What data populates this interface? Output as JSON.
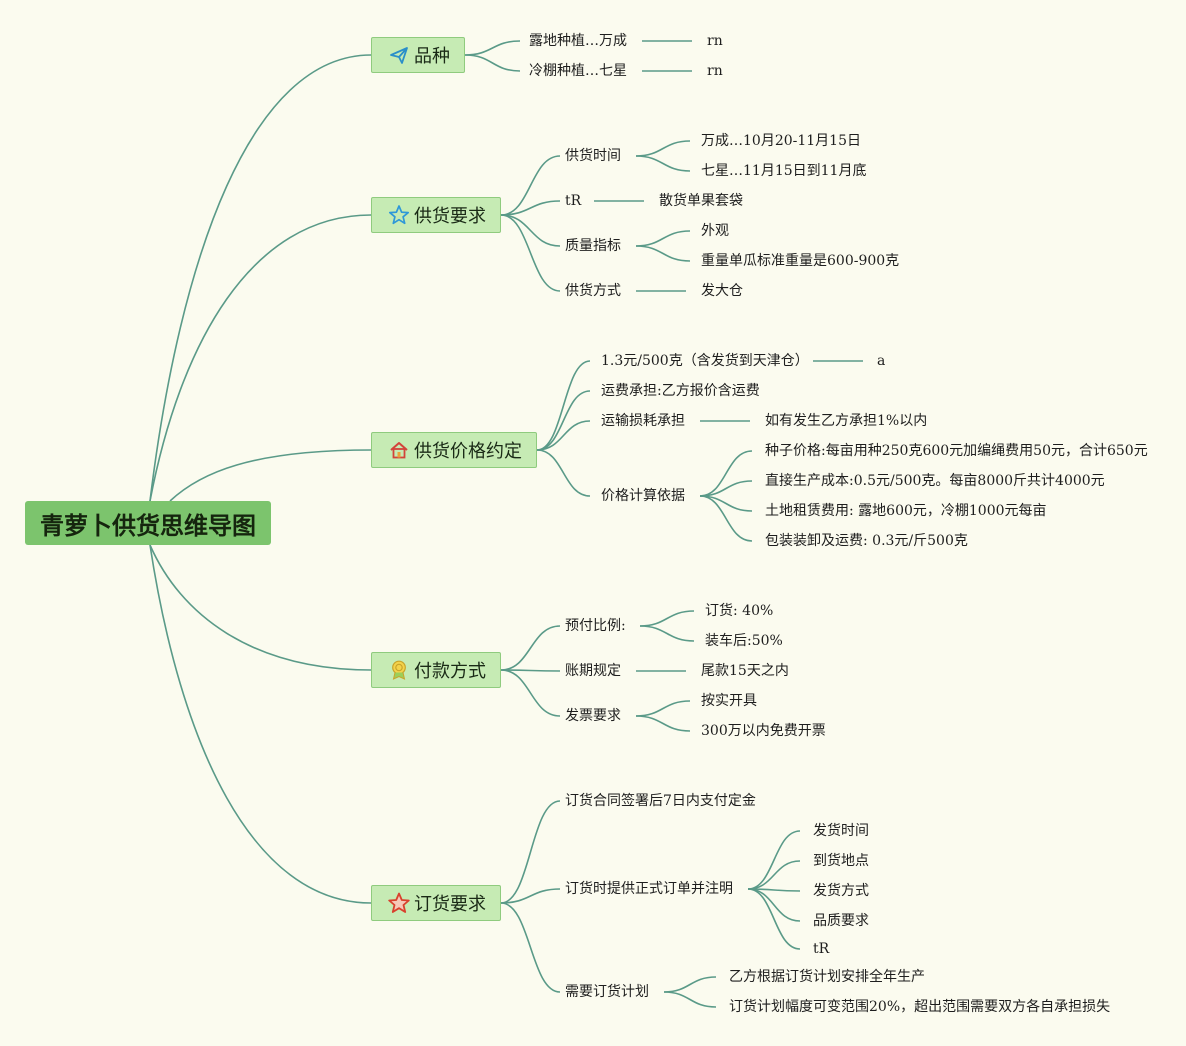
{
  "root": "青萝卜供货思维导图",
  "icons": {
    "variety": "paper-plane-icon",
    "supply": "star-outline-icon",
    "price": "house-icon",
    "payment": "award-medal-icon",
    "order": "star-red-icon"
  },
  "colors": {
    "root_bg": "#7cc46d",
    "branch_bg": "#c6ebb4",
    "link": "#5a9a88",
    "background": "#fbfbef"
  },
  "variety": {
    "label": "品种",
    "items": [
      {
        "label": "露地种植…万成",
        "note": "rn"
      },
      {
        "label": "冷棚种植…七星",
        "note": "rn"
      }
    ]
  },
  "supply": {
    "label": "供货要求",
    "time": {
      "label": "供货时间",
      "items": [
        "万成…10月20-11月15日",
        "七星…11月15日到11月底"
      ]
    },
    "pack": {
      "label": "tR",
      "value": "散货单果套袋"
    },
    "quality": {
      "label": "质量指标",
      "items": [
        "外观",
        "重量单瓜标准重量是600-900克"
      ]
    },
    "method": {
      "label": "供货方式",
      "value": "发大仓"
    }
  },
  "price": {
    "label": "供货价格约定",
    "unit": {
      "label": "1.3元/500克（含发货到天津仓）",
      "note": "a"
    },
    "freight": "运费承担:乙方报价含运费",
    "loss": {
      "label": "运输损耗承担",
      "value": "如有发生乙方承担1%以内"
    },
    "basis": {
      "label": "价格计算依据",
      "items": [
        "种子价格:每亩用种250克600元加编绳费用50元，合计650元",
        "直接生产成本:0.5元/500克。每亩8000斤共计4000元",
        "土地租赁费用: 露地600元，冷棚1000元每亩",
        "包装装卸及运费: 0.3元/斤500克"
      ]
    }
  },
  "payment": {
    "label": "付款方式",
    "prepay": {
      "label": "预付比例:",
      "items": [
        "订货: 40%",
        "装车后:50%"
      ]
    },
    "term": {
      "label": "账期规定",
      "value": "尾款15天之内"
    },
    "invoice": {
      "label": "发票要求",
      "items": [
        "按实开具",
        "300万以内免费开票"
      ]
    }
  },
  "order": {
    "label": "订货要求",
    "deposit": "订货合同签署后7日内支付定金",
    "formal": {
      "label": "订货时提供正式订单并注明",
      "items": [
        "发货时间",
        "到货地点",
        "发货方式",
        "品质要求",
        "tR"
      ]
    },
    "plan": {
      "label": "需要订货计划",
      "items": [
        "乙方根据订货计划安排全年生产",
        "订货计划幅度可变范围20%，超出范围需要双方各自承担损失"
      ]
    }
  }
}
